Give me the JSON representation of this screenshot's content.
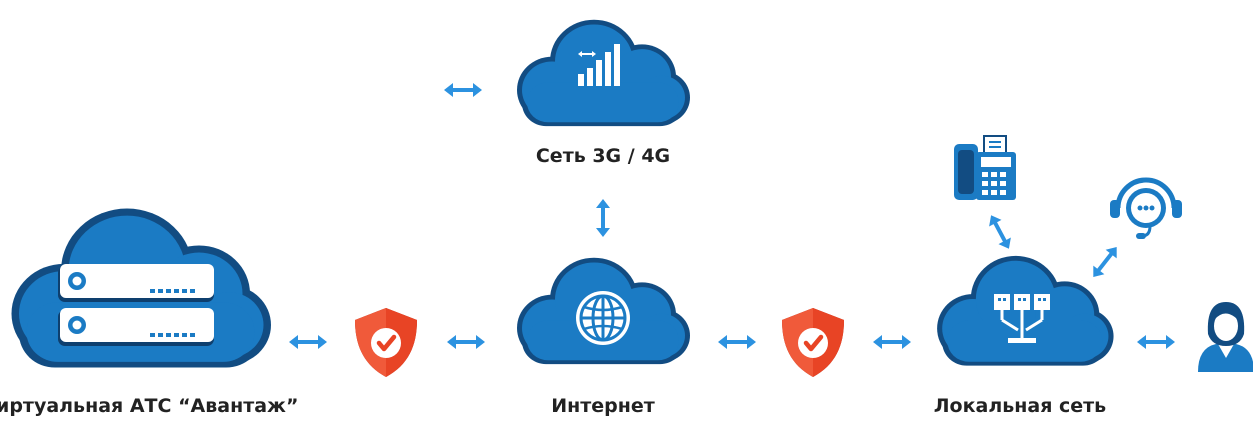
{
  "colors": {
    "cloud": "#1b7bc4",
    "cloud_dark": "#124c82",
    "arrow": "#2c92e0",
    "shield": "#e84425",
    "shield_dark": "#a8281a",
    "white": "#ffffff",
    "text": "#222222"
  },
  "nodes": {
    "mobile": {
      "label": "Сеть 3G / 4G",
      "icon": "signal-bars-icon"
    },
    "pbx": {
      "label": "Виртуальная АТС “Авантаж”",
      "icon": "server-icon"
    },
    "internet": {
      "label": "Интернет",
      "icon": "globe-icon"
    },
    "lan": {
      "label": "Локальная сеть",
      "icon": "network-switch-icon"
    }
  },
  "devices": [
    {
      "id": "fax",
      "icon": "fax-machine-icon"
    },
    {
      "id": "support",
      "icon": "support-chat-icon"
    },
    {
      "id": "user",
      "icon": "user-icon"
    }
  ],
  "security": [
    {
      "icon": "shield-check-icon"
    },
    {
      "icon": "shield-check-icon"
    }
  ]
}
